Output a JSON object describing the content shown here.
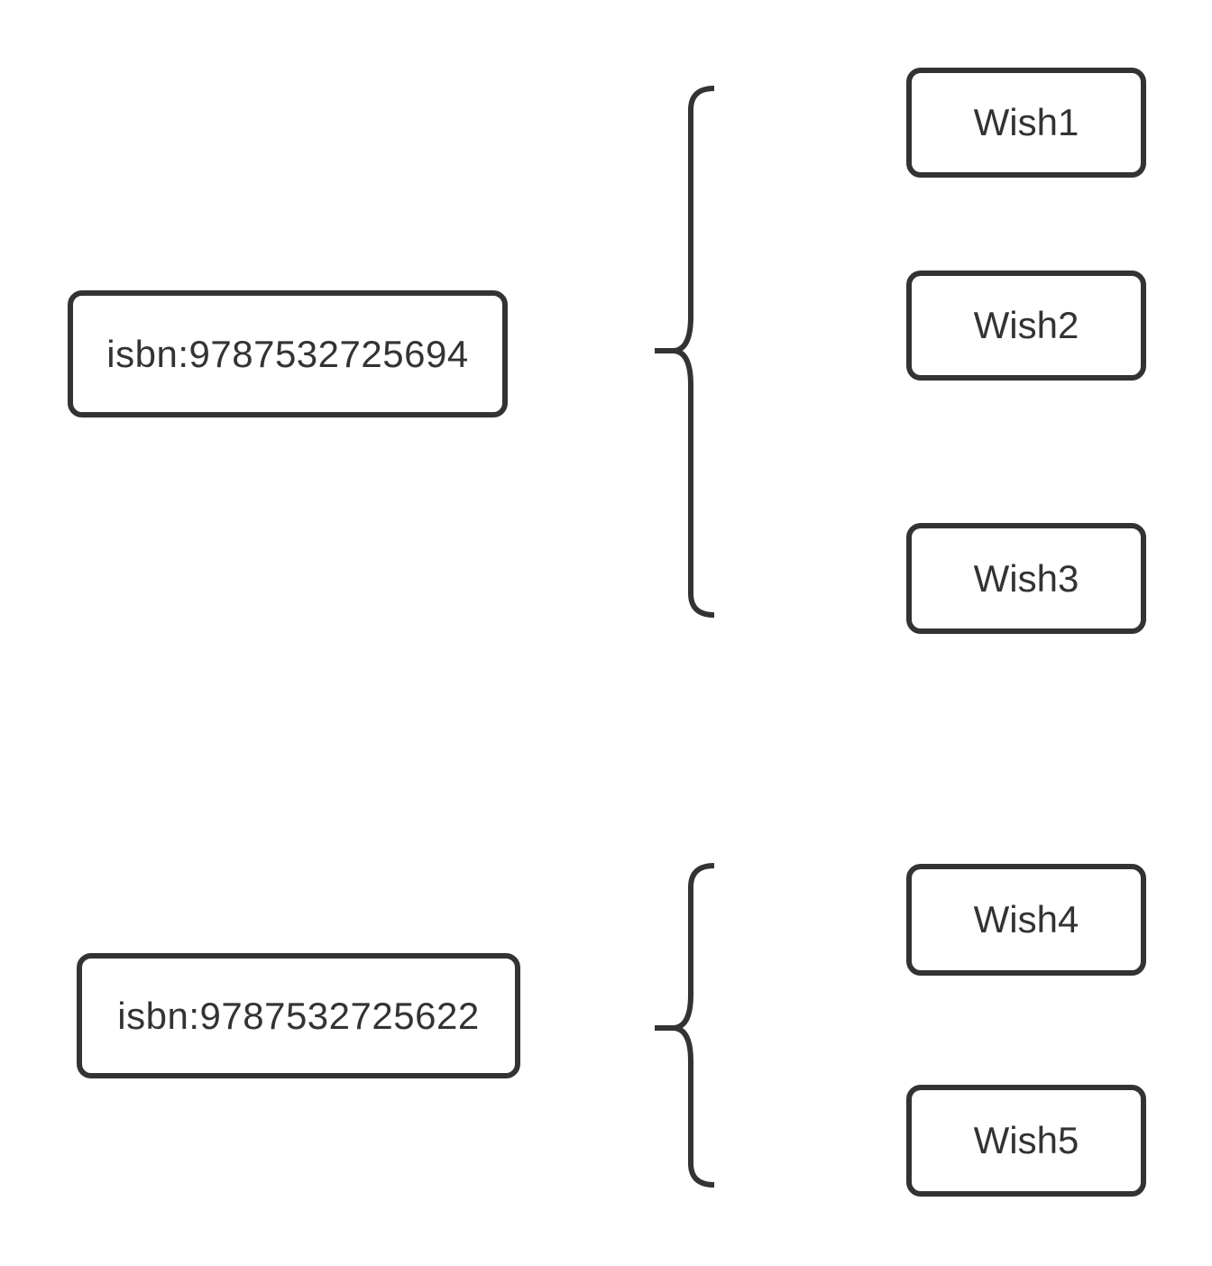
{
  "diagram": {
    "type": "brace-map",
    "background_color": "#ffffff",
    "stroke_color": "#333333",
    "groups": [
      {
        "parent": {
          "label": "isbn:9787532725694"
        },
        "children": [
          {
            "label": "Wish1"
          },
          {
            "label": "Wish2"
          },
          {
            "label": "Wish3"
          }
        ]
      },
      {
        "parent": {
          "label": "isbn:9787532725622"
        },
        "children": [
          {
            "label": "Wish4"
          },
          {
            "label": "Wish5"
          }
        ]
      }
    ]
  }
}
